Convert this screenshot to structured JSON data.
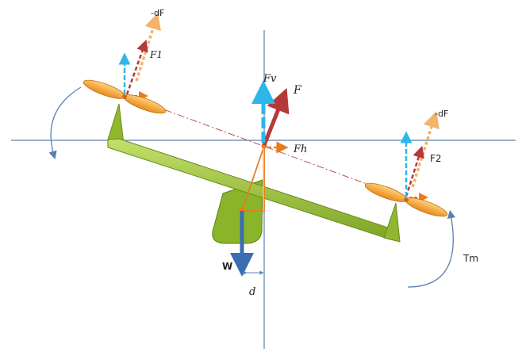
{
  "labels": {
    "dF_top": "-dF",
    "F1": "F1",
    "Fv": "Fv",
    "F": "F",
    "Fh": "Fh",
    "dF_right": "-dF",
    "F2": "F2",
    "W": "W",
    "d": "d",
    "Tm": "Tm"
  },
  "colors": {
    "axis": "#5b7fb0",
    "beam": "#9cc23a",
    "beam_dark": "#6a8a1e",
    "propeller": "#f2a33a",
    "thrust_red": "#b5393a",
    "force_dF": "#f4b26b",
    "vertical_blue": "#2eb6ea",
    "horizontal_orange": "#ea7b1b",
    "weight_blue": "#3b6db3",
    "centerline": "#c0504d"
  }
}
